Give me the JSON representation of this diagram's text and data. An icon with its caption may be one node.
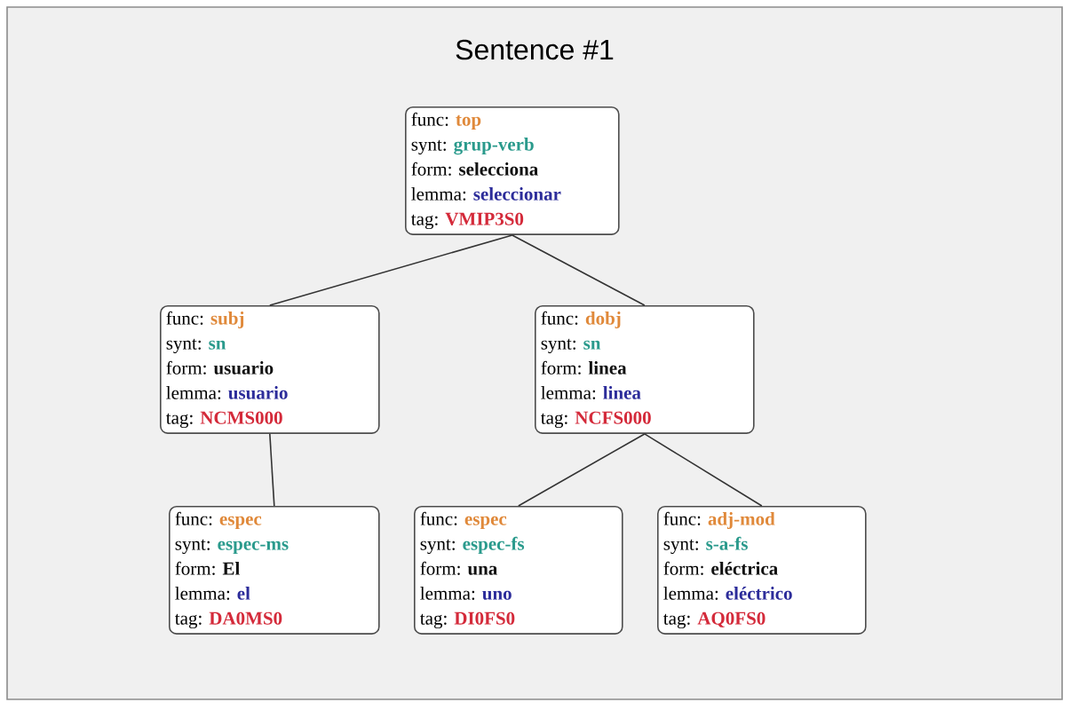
{
  "diagram": {
    "title": "Sentence #1",
    "nodes": [
      {
        "text": [
          "func:",
          "top",
          "synt:",
          "grup-verb",
          "form:",
          "selecciona",
          "lemma:",
          "seleccionar",
          "tag:",
          "VMIP3S0"
        ]
      },
      {
        "text": [
          "func:",
          "subj",
          "synt:",
          "sn",
          "form:",
          "usuario",
          "lemma:",
          "usuario",
          "tag:",
          "NCMS000"
        ]
      },
      {
        "text": [
          "func:",
          "dobj",
          "synt:",
          "sn",
          "form:",
          "linea",
          "lemma:",
          "linea",
          "tag:",
          "NCFS000"
        ]
      },
      {
        "text": [
          "func:",
          "espec",
          "synt:",
          "espec-ms",
          "form:",
          "El",
          "lemma:",
          "el",
          "tag:",
          "DA0MS0"
        ]
      },
      {
        "text": [
          "func:",
          "espec",
          "synt:",
          "espec-fs",
          "form:",
          "una",
          "lemma:",
          "uno",
          "tag:",
          "DI0FS0"
        ]
      },
      {
        "text": [
          "func:",
          "adj-mod",
          "synt:",
          "s-a-fs",
          "form:",
          "eléctrica",
          "lemma:",
          "eléctrico",
          "tag:",
          "AQ0FS0"
        ]
      }
    ],
    "edges": [
      {
        "from": 0,
        "to": 1,
        "arrow": "none"
      },
      {
        "from": 0,
        "to": 2,
        "arrow": "none"
      },
      {
        "from": 1,
        "to": 3,
        "arrow": "none"
      },
      {
        "from": 2,
        "to": 4,
        "arrow": "none"
      },
      {
        "from": 2,
        "to": 5,
        "arrow": "none"
      }
    ]
  }
}
